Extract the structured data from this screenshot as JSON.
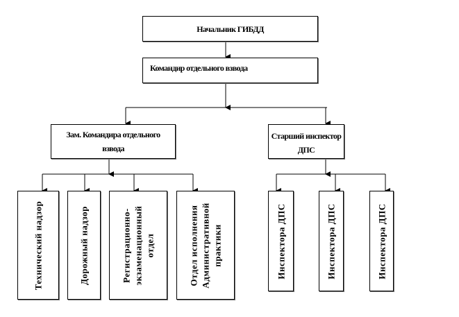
{
  "root": "Начальник ГИБДД",
  "commander": "Командир отдельного взвода",
  "deputy": "Зам. Командира отдельного взвода",
  "senior_inspector": "Старший инспектор ДПС",
  "deputy_children": [
    "Технический надзор",
    "Дорожный надзор",
    "Регистрационно-экзаменационный отдел",
    "Отдел исполнения Административной практики"
  ],
  "inspector_children": [
    "Инспектора ДПС",
    "Инспектора ДПС",
    "Инспектора ДПС"
  ]
}
